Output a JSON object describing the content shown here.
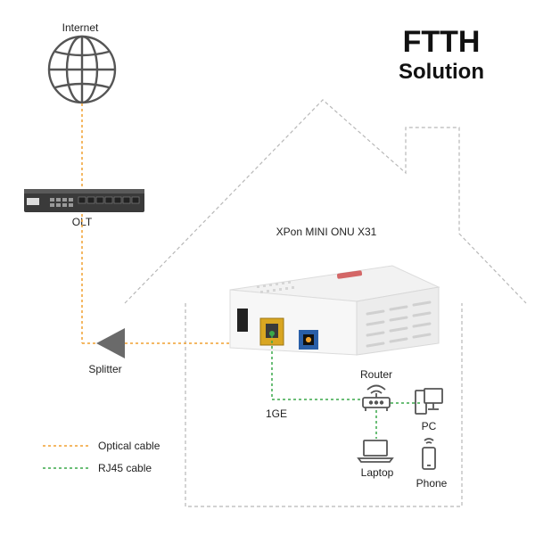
{
  "title": {
    "line1": "FTTH",
    "line2": "Solution"
  },
  "labels": {
    "internet": "Internet",
    "olt": "OLT",
    "device": "XPon MINI ONU X31",
    "splitter": "Splitter",
    "router": "Router",
    "pc": "PC",
    "ge": "1GE",
    "laptop": "Laptop",
    "phone": "Phone"
  },
  "legend": {
    "optical": "Optical cable",
    "rj45": "RJ45 cable"
  },
  "colors": {
    "optical": "#f0a030",
    "rj45": "#3aa84a",
    "house_outline": "#b8b8b8",
    "icon": "#555555"
  }
}
